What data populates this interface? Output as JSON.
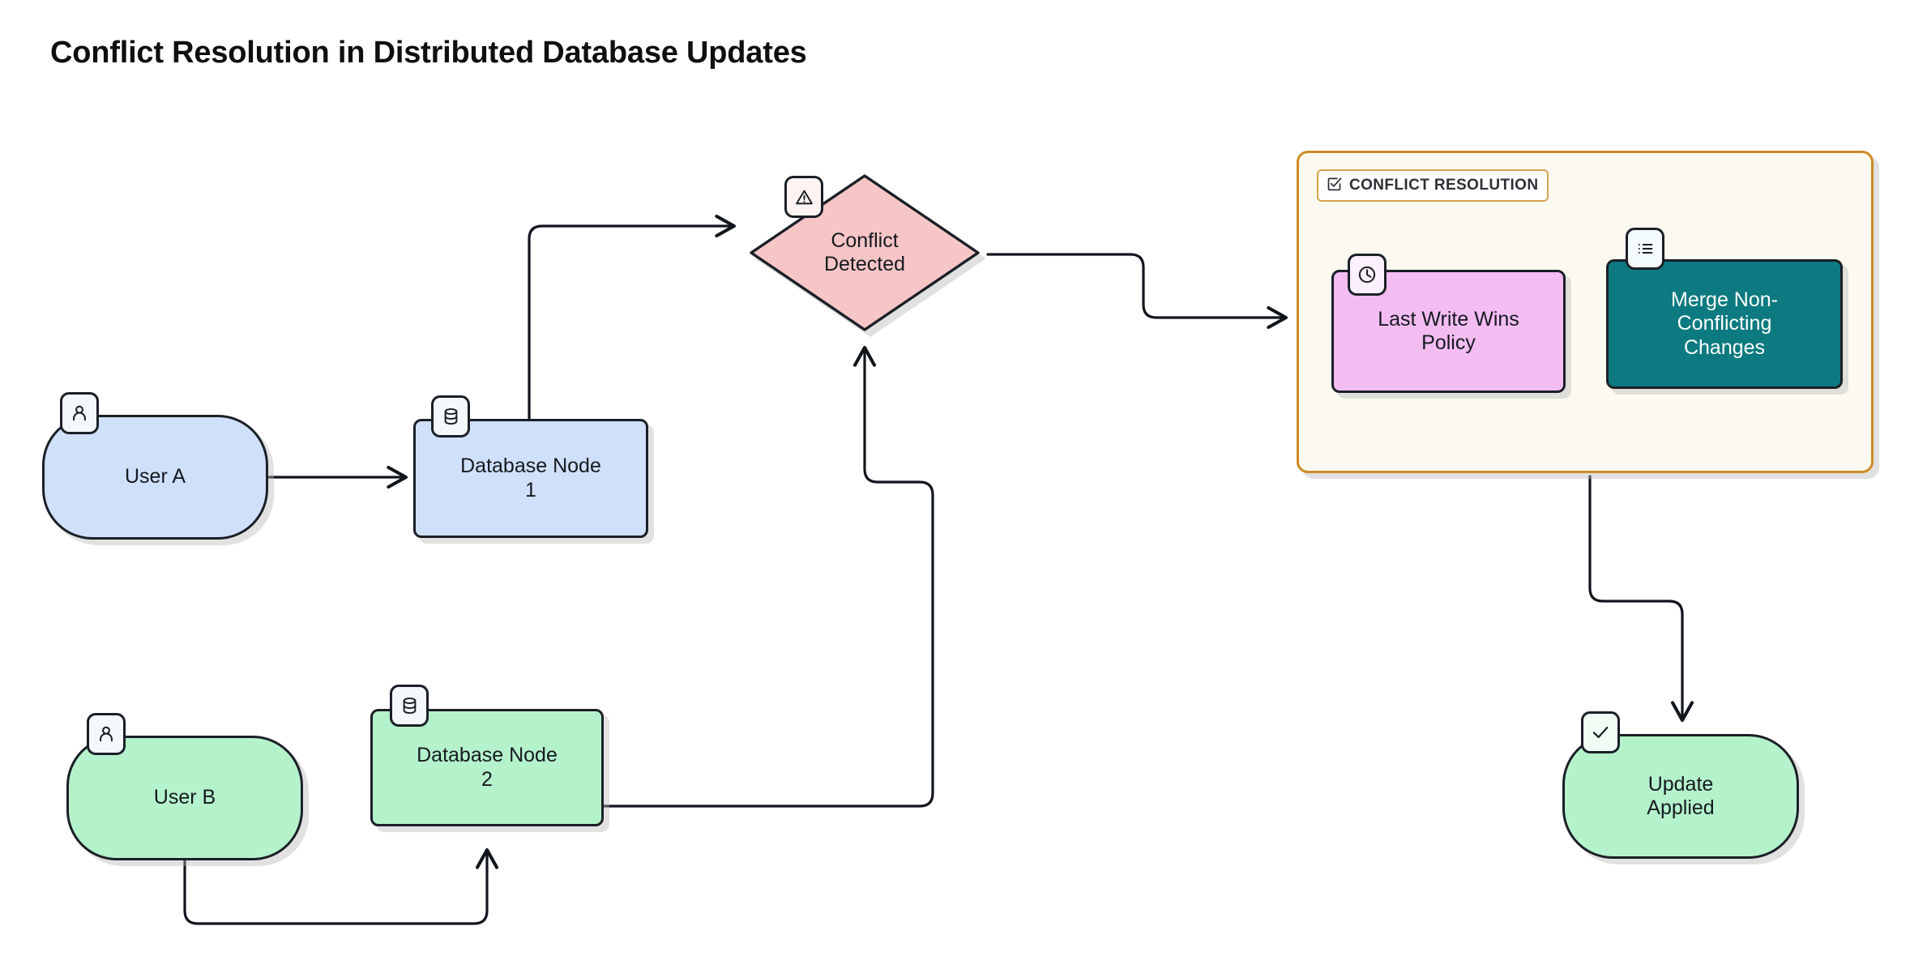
{
  "title": "Conflict Resolution in Distributed Database Updates",
  "colors": {
    "blue_node": "#cfe0fb",
    "green_node": "#b4f2cb",
    "pink_decision": "#f6c6c6",
    "violet_node": "#f3bdf2",
    "teal_node": "#0c7a80",
    "group_border": "#cc8b22",
    "group_fill": "#fcfaf0",
    "stroke": "#1b1f27",
    "edge": "#11161d",
    "text": "#15191f",
    "teal_text": "#ffffff"
  },
  "nodes": [
    {
      "id": "user-a",
      "label": "User A",
      "shape": "stadium",
      "fill": "blue",
      "icon": "person-icon"
    },
    {
      "id": "db-node-1",
      "label": "Database Node 1",
      "shape": "rect",
      "fill": "blue",
      "icon": "database-icon"
    },
    {
      "id": "conflict",
      "label": "Conflict Detected",
      "shape": "diamond",
      "fill": "pink",
      "icon": "warning-icon"
    },
    {
      "id": "user-b",
      "label": "User B",
      "shape": "stadium",
      "fill": "green",
      "icon": "person-icon"
    },
    {
      "id": "db-node-2",
      "label": "Database Node 2",
      "shape": "rect",
      "fill": "green",
      "icon": "database-icon"
    },
    {
      "id": "last-write",
      "label": "Last Write Wins Policy",
      "shape": "rect",
      "fill": "violet",
      "icon": "clock-icon"
    },
    {
      "id": "merge-changes",
      "label": "Merge Non-Conflicting Changes",
      "shape": "rect",
      "fill": "teal",
      "icon": "list-icon"
    },
    {
      "id": "update-applied",
      "label": "Update Applied",
      "shape": "stadium",
      "fill": "green",
      "icon": "check-icon"
    }
  ],
  "node_labels": {
    "user_a": "User A",
    "db_node_1_line1": "Database Node",
    "db_node_1_line2": "1",
    "conflict_line1": "Conflict",
    "conflict_line2": "Detected",
    "user_b": "User B",
    "db_node_2_line1": "Database Node",
    "db_node_2_line2": "2",
    "last_write_line1": "Last Write Wins",
    "last_write_line2": "Policy",
    "merge_line1": "Merge Non-",
    "merge_line2": "Conflicting",
    "merge_line3": "Changes",
    "update_line1": "Update",
    "update_line2": "Applied"
  },
  "group": {
    "id": "conflict-resolution",
    "title": "CONFLICT RESOLUTION",
    "icon": "checkbox-checked-icon",
    "members": [
      "last-write",
      "merge-changes"
    ]
  },
  "edges": [
    {
      "from": "user-a",
      "to": "db-node-1",
      "arrow": true
    },
    {
      "from": "db-node-1",
      "to": "conflict",
      "arrow": true
    },
    {
      "from": "db-node-2",
      "to": "conflict",
      "arrow": true
    },
    {
      "from": "user-b",
      "to": "db-node-2",
      "arrow": true
    },
    {
      "from": "conflict",
      "to": "conflict-resolution",
      "arrow": true
    },
    {
      "from": "conflict-resolution",
      "to": "update-applied",
      "arrow": true
    }
  ]
}
